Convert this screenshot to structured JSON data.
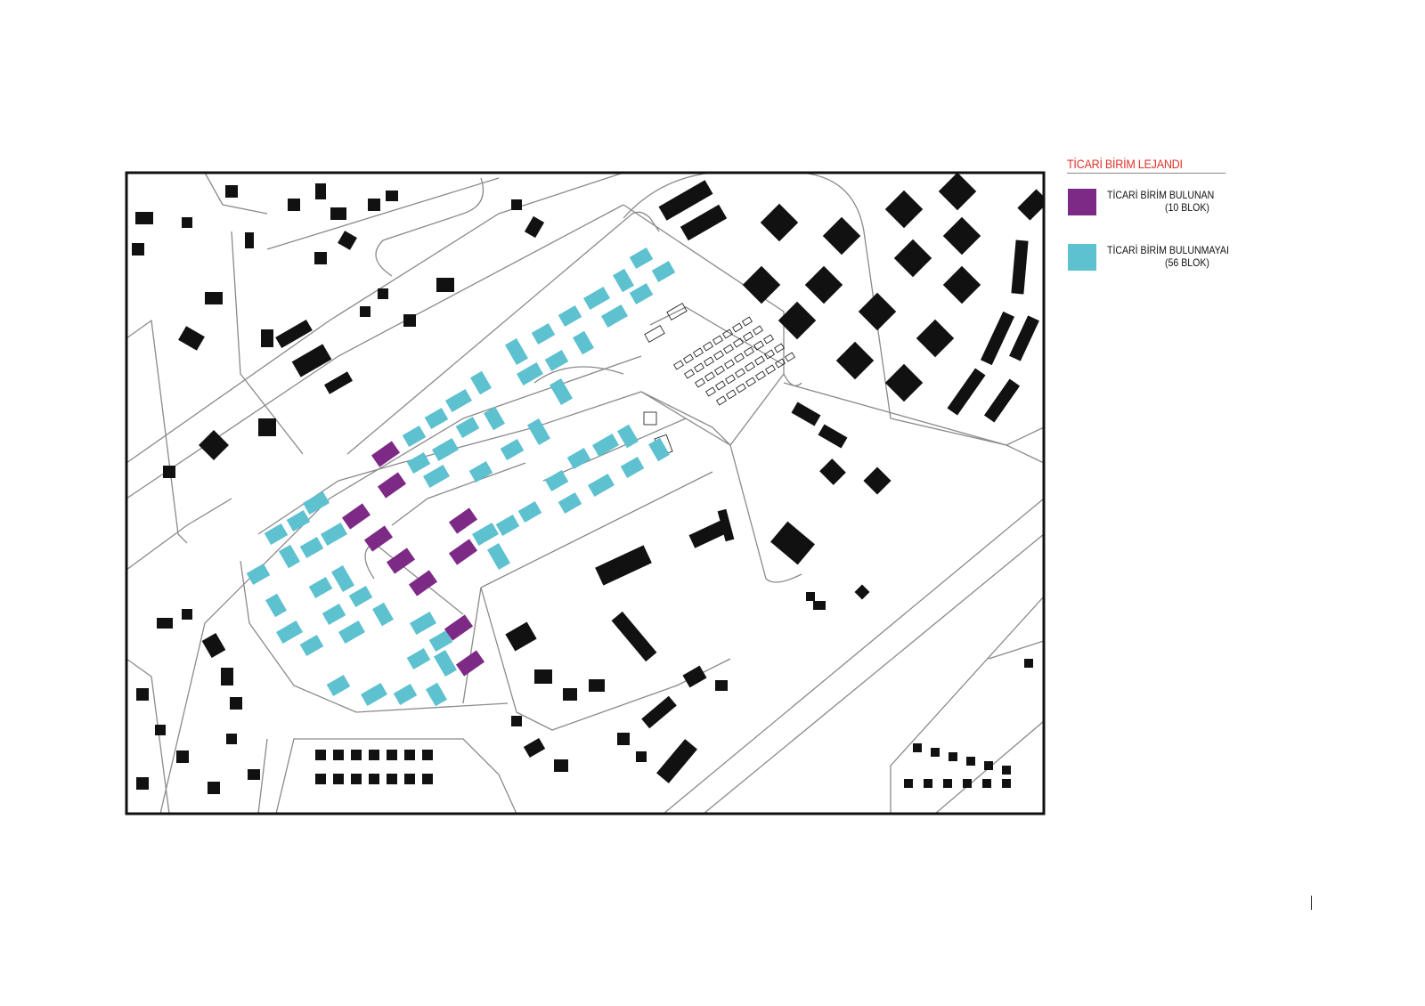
{
  "legend": {
    "title": "TİCARİ BİRİM LEJANDI",
    "items": [
      {
        "label": "TİCARİ BİRİM BULUNAN",
        "count": "(10 BLOK)",
        "color": "#7d2a86"
      },
      {
        "label": "TİCARİ BİRİM BULUNMAYAI",
        "count": "(56 BLOK)",
        "color": "#5ec1cf"
      }
    ]
  },
  "colors": {
    "building": "#111111",
    "road": "#8a8a8a",
    "frame": "#111111",
    "title": "#e2322a"
  }
}
